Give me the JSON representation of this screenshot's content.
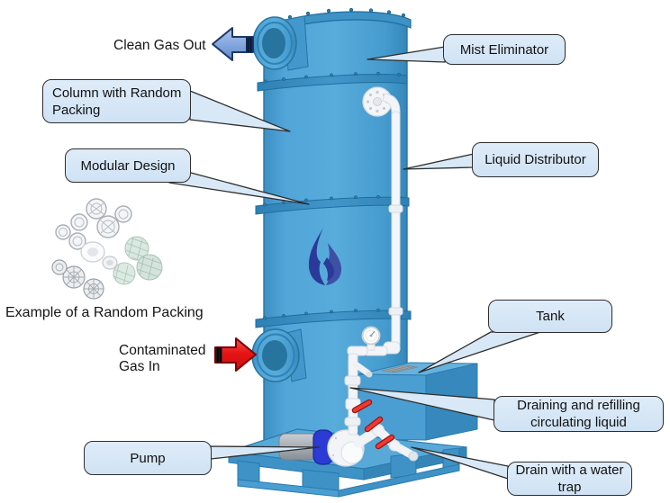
{
  "diagram": {
    "subject": "Gas scrubber column with random packing",
    "callouts": {
      "mist_eliminator": "Mist Eliminator",
      "column_random_packing": "Column with Random Packing",
      "modular_design": "Modular Design",
      "liquid_distributor": "Liquid Distributor",
      "tank": "Tank",
      "draining_refilling": "Draining and refilling circulating liquid",
      "drain_water_trap": "Drain with a water trap",
      "pump": "Pump"
    },
    "flow_labels": {
      "clean_gas_out": "Clean Gas Out",
      "contaminated_gas_in": "Contaminated Gas In"
    },
    "caption": {
      "packing_example": "Example of a Random Packing"
    },
    "icons": {
      "clean_gas_arrow": "blue-left-arrow",
      "contaminated_gas_arrow": "red-right-arrow",
      "logo": "flame-logo"
    },
    "colors": {
      "column_blue": "#4AA0D4",
      "column_edge": "#26759F",
      "band_blue": "#3E92C6",
      "callout_fill": "#D8E8F7",
      "callout_border": "#2E2E2E",
      "clean_arrow_fill": "#7FA8E0",
      "clean_arrow_border": "#1F3864",
      "contaminated_arrow_fill": "#EE1C25",
      "contaminated_arrow_border": "#7F0000",
      "logo_navy": "#2B3A99",
      "pipe_white": "#F2F4F7",
      "pump_motor_blue": "#2B3BD4"
    }
  }
}
